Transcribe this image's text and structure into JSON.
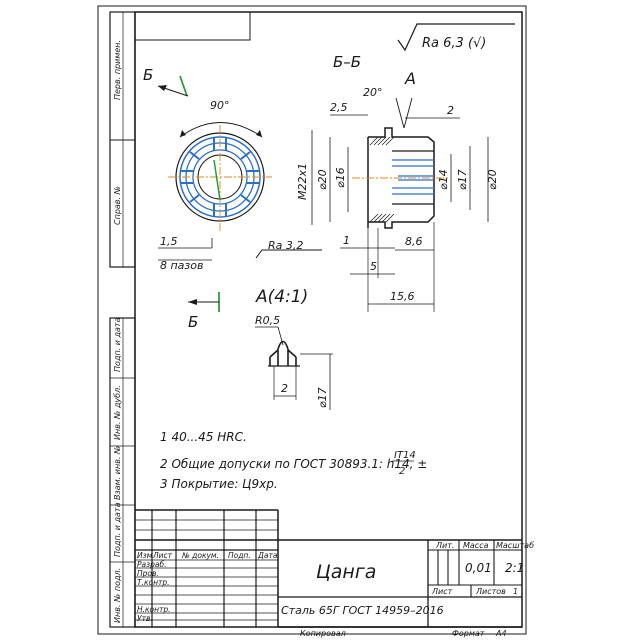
{
  "roughness": {
    "general": "Ra 6,3 (√)",
    "face": "Ra 3,2"
  },
  "views": {
    "section_label": "Б–Б",
    "cut_letter": "Б",
    "detail_label": "A(4:1)",
    "detail_marker": "A"
  },
  "dimensions": {
    "angle_90": "90°",
    "angle_20": "20°",
    "d_2_5": "2,5",
    "d_2_top": "2",
    "m22": "M22x1",
    "d20_left": "⌀20",
    "d16": "⌀16",
    "d14": "⌀14",
    "d17": "⌀17",
    "d20_right": "⌀20",
    "d1": "1",
    "d8_6": "8,6",
    "d5": "5",
    "d15_6": "15,6",
    "slot_width": "1,5",
    "slot_count": "8 пазов",
    "r0_5": "R0,5",
    "detail_2": "2",
    "detail_d17": "⌀17"
  },
  "notes": {
    "n1": "1 40...45 HRC.",
    "n2": "2 Общие допуски по ГОСТ 30893.1: h14, ±",
    "n2_num": "IT14",
    "n2_den": "2",
    "n3": "3 Покрытие: Ц9хр."
  },
  "left_strip": {
    "perv_primen": "Перв. примен.",
    "sprav": "Справ. №",
    "podp_data_1": "Подп. и дата",
    "inv_dubl": "Инв. № дубл.",
    "vzam_inv": "Взам. инв. №",
    "podp_data_2": "Подп. и дата",
    "inv_podl": "Инв. № подл."
  },
  "title_block": {
    "col_izm": "Изм",
    "col_list": "Лист",
    "col_dokum": "№ докум.",
    "col_podp": "Подп.",
    "col_data": "Дата",
    "row_razrab": "Разраб.",
    "row_prov": "Пров.",
    "row_tkontr": "Т.контр.",
    "row_nkontr": "Н.контр.",
    "row_utv": "Утв.",
    "name": "Цанга",
    "material": "Сталь 65Г ГОСТ 14959–2016",
    "lit": "Лит.",
    "massa": "Масса",
    "masshtab": "Масштаб",
    "mass_value": "0,01",
    "scale_value": "2:1",
    "sheet": "Лист",
    "sheets": "Листов",
    "sheets_value": "1",
    "copied": "Копировал",
    "format": "Формат",
    "format_value": "А4"
  }
}
